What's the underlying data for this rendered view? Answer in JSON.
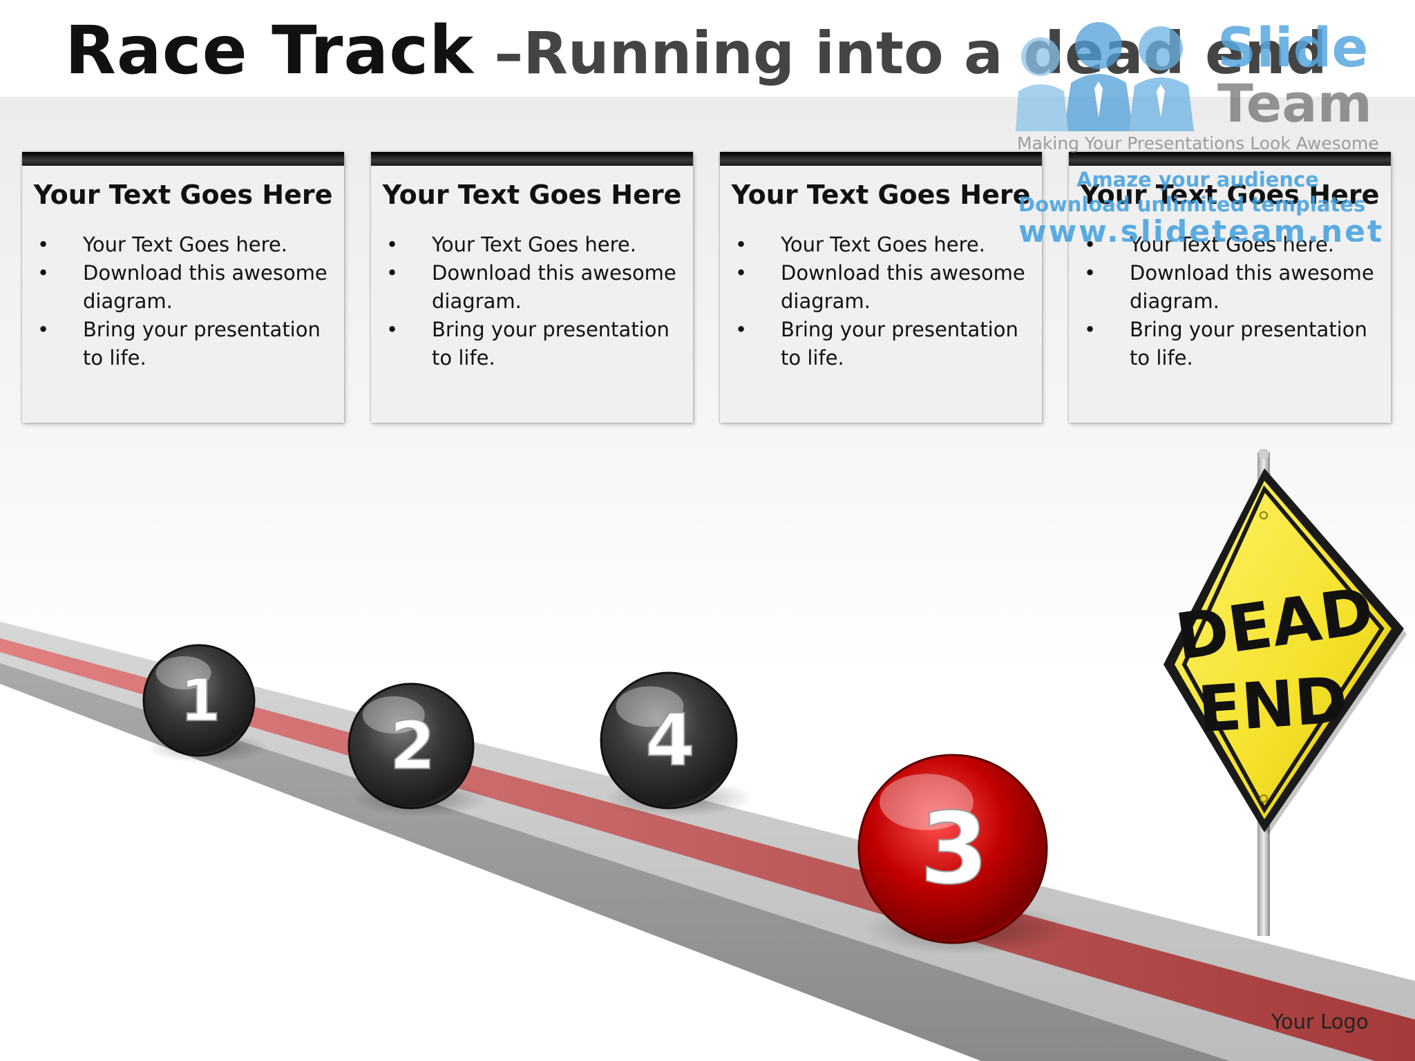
{
  "title": {
    "main": "Race Track",
    "separator": " –",
    "sub": "Running into a dead end"
  },
  "cards": [
    {
      "heading": "Your Text Goes Here",
      "bullets": [
        "Your Text Goes here.",
        "Download this awesome diagram.",
        "Bring your presentation to life."
      ]
    },
    {
      "heading": "Your Text Goes Here",
      "bullets": [
        "Your Text Goes here.",
        "Download this awesome diagram.",
        "Bring your presentation to life."
      ]
    },
    {
      "heading": "Your Text Goes Here",
      "bullets": [
        "Your Text Goes here.",
        "Download this awesome diagram.",
        "Bring your presentation to life."
      ]
    },
    {
      "heading": "Your Text Goes Here",
      "bullets": [
        "Your Text Goes here.",
        "Download this awesome diagram.",
        "Bring your presentation to life."
      ]
    }
  ],
  "balls": [
    {
      "label": "1",
      "color": "#2a2a2a"
    },
    {
      "label": "2",
      "color": "#2a2a2a"
    },
    {
      "label": "4",
      "color": "#2a2a2a"
    },
    {
      "label": "3",
      "color": "#b50000"
    }
  ],
  "sign": {
    "line1": "DEAD",
    "line2": "END",
    "color": "#f5e12a"
  },
  "watermark": {
    "brand1": "Slide",
    "brand2": "Team",
    "tagline": "Making Your Presentations Look Awesome",
    "promo1": "Amaze your audience",
    "promo2": "Download unlimited templates",
    "url": "www.slideteam.net"
  },
  "footer": {
    "logo_text": "Your Logo"
  },
  "colors": {
    "track_gray": "#b8b8b8",
    "track_red": "#c05050",
    "watermark_blue": "#3fa0e0"
  }
}
